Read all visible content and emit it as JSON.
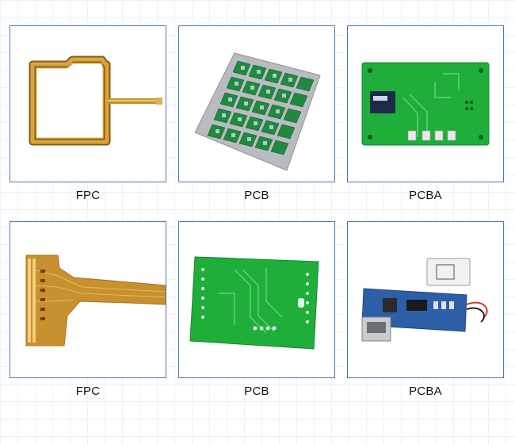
{
  "products": [
    {
      "label": "FPC",
      "icon": "fpc-coil-icon"
    },
    {
      "label": "PCB",
      "icon": "pcb-panel-icon"
    },
    {
      "label": "PCBA",
      "icon": "pcba-relay-board-icon"
    },
    {
      "label": "FPC",
      "icon": "fpc-flex-cable-icon"
    },
    {
      "label": "PCB",
      "icon": "pcb-green-board-icon"
    },
    {
      "label": "PCBA",
      "icon": "pcba-power-bank-icon"
    }
  ],
  "colors": {
    "frame_border": "#4a78b8",
    "flex_copper": "#c9902f",
    "board_green": "#1fae3a",
    "board_blue": "#2d5fa8"
  }
}
